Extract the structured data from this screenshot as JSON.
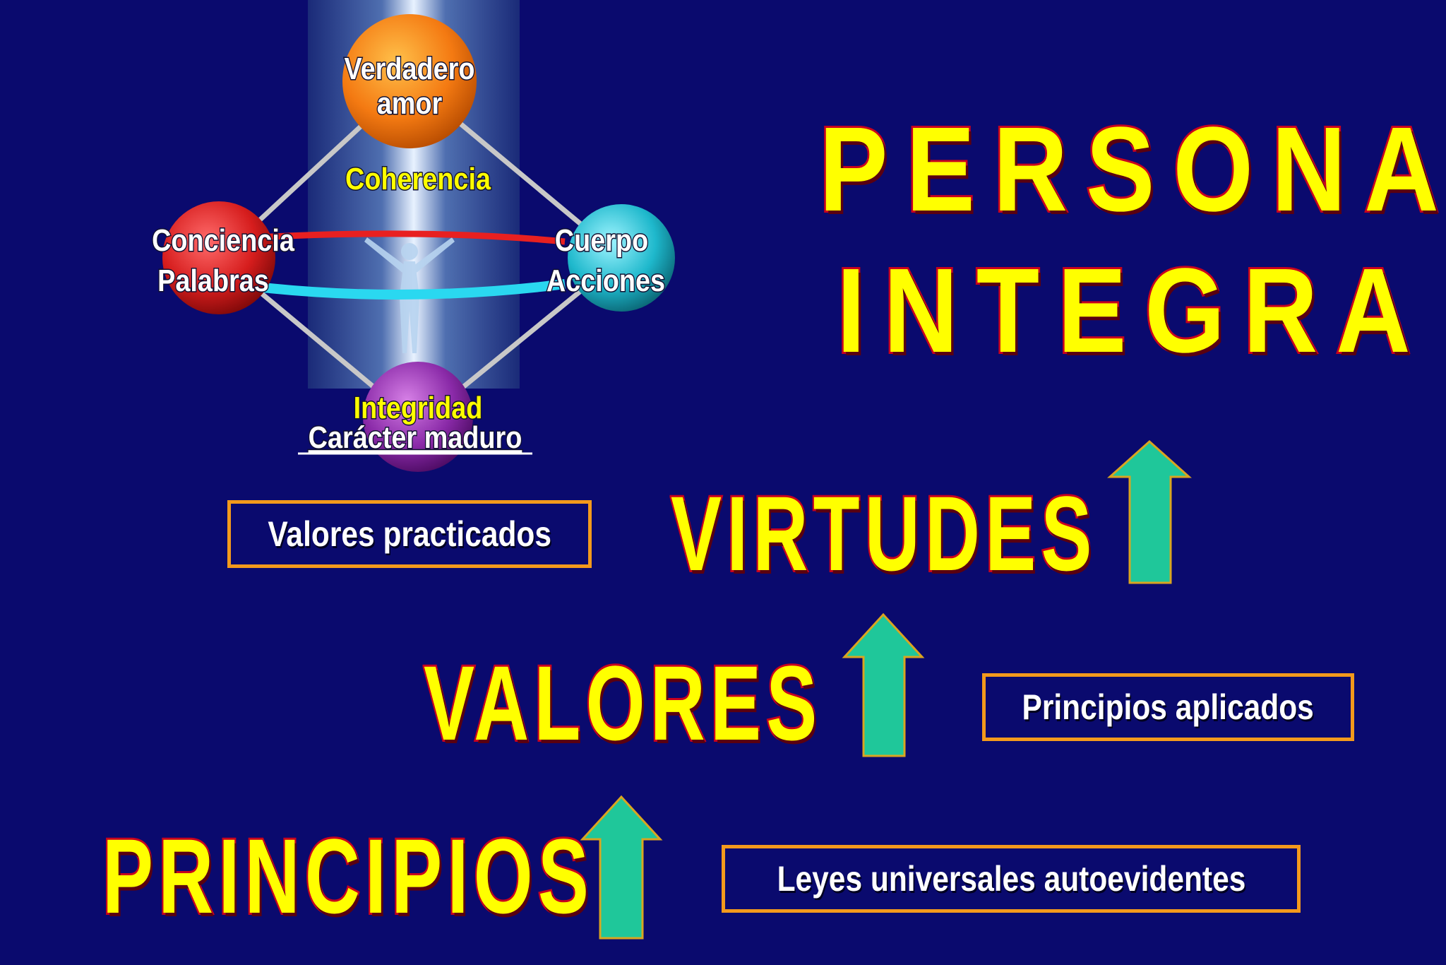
{
  "title": {
    "line1": "PERSONA",
    "line2": "INTEGRA"
  },
  "levels": {
    "virtudes": "VIRTUDES",
    "valores": "VALORES",
    "principios": "PRINCIPIOS"
  },
  "boxes": {
    "valores_practicados": "Valores practicados",
    "principios_aplicados": "Principios aplicados",
    "leyes": "Leyes universales autoevidentes"
  },
  "diagram": {
    "top_line1": "Verdadero",
    "top_line2": "amor",
    "center": "Coherencia",
    "left_line1": "Conciencia",
    "left_line2": "Palabras",
    "right_line1": "Cuerpo",
    "right_line2": "Acciones",
    "bottom_line1": "Integridad",
    "bottom_line2": "Carácter maduro"
  },
  "colors": {
    "background": "#0a0a6e",
    "heading_fill": "#ffff00",
    "heading_outline": "#c8001e",
    "box_border": "#f39a1c",
    "arrow": "#1fc79a"
  }
}
